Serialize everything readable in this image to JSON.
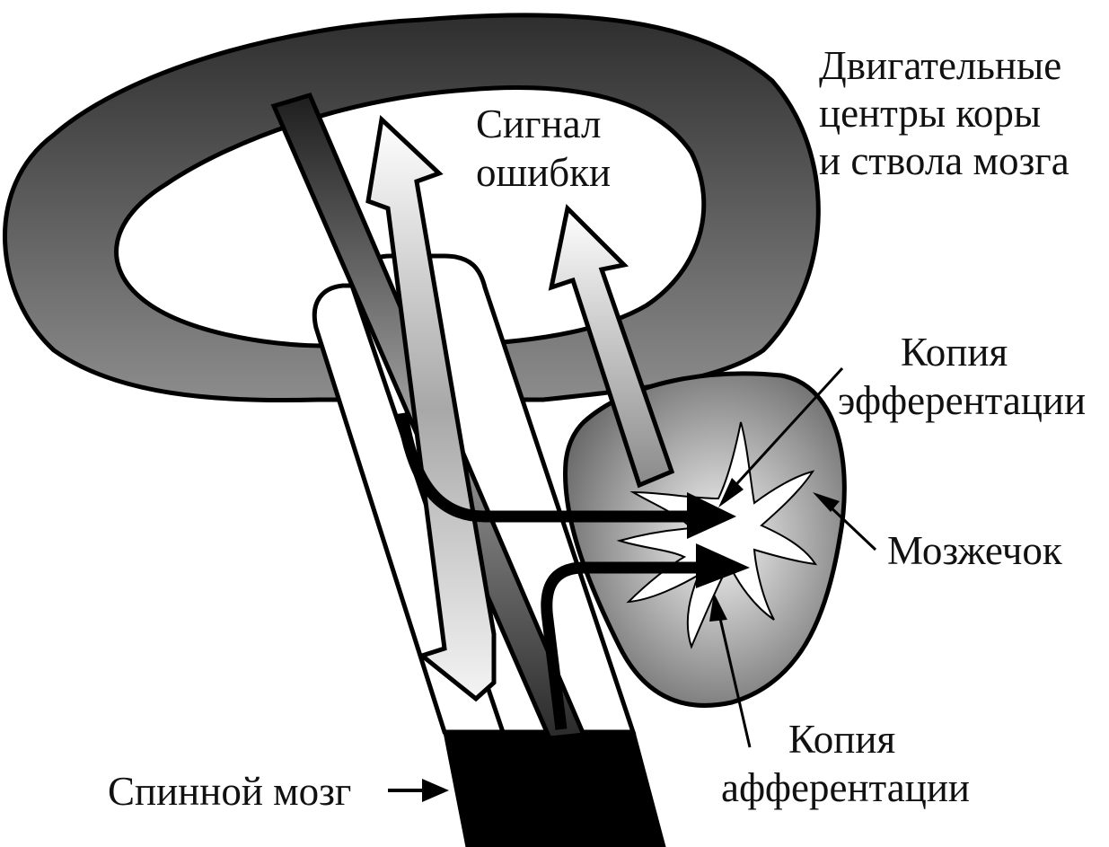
{
  "labels": {
    "motor_centers": [
      "Двигательные",
      "центры коры",
      "и ствола мозга"
    ],
    "error_signal": [
      "Сигнал",
      "ошибки"
    ],
    "efference_copy": [
      "Копия",
      "эфферентации"
    ],
    "cerebellum": "Мозжечок",
    "afference_copy": [
      "Копия",
      "афферентации"
    ],
    "spinal_cord": "Спинной мозг"
  },
  "colors": {
    "outline": "#000000",
    "dark_fill": "#3a3a3a",
    "mid_fill": "#8a8a8a",
    "light_fill": "#f2f2f2",
    "background": "#ffffff"
  }
}
